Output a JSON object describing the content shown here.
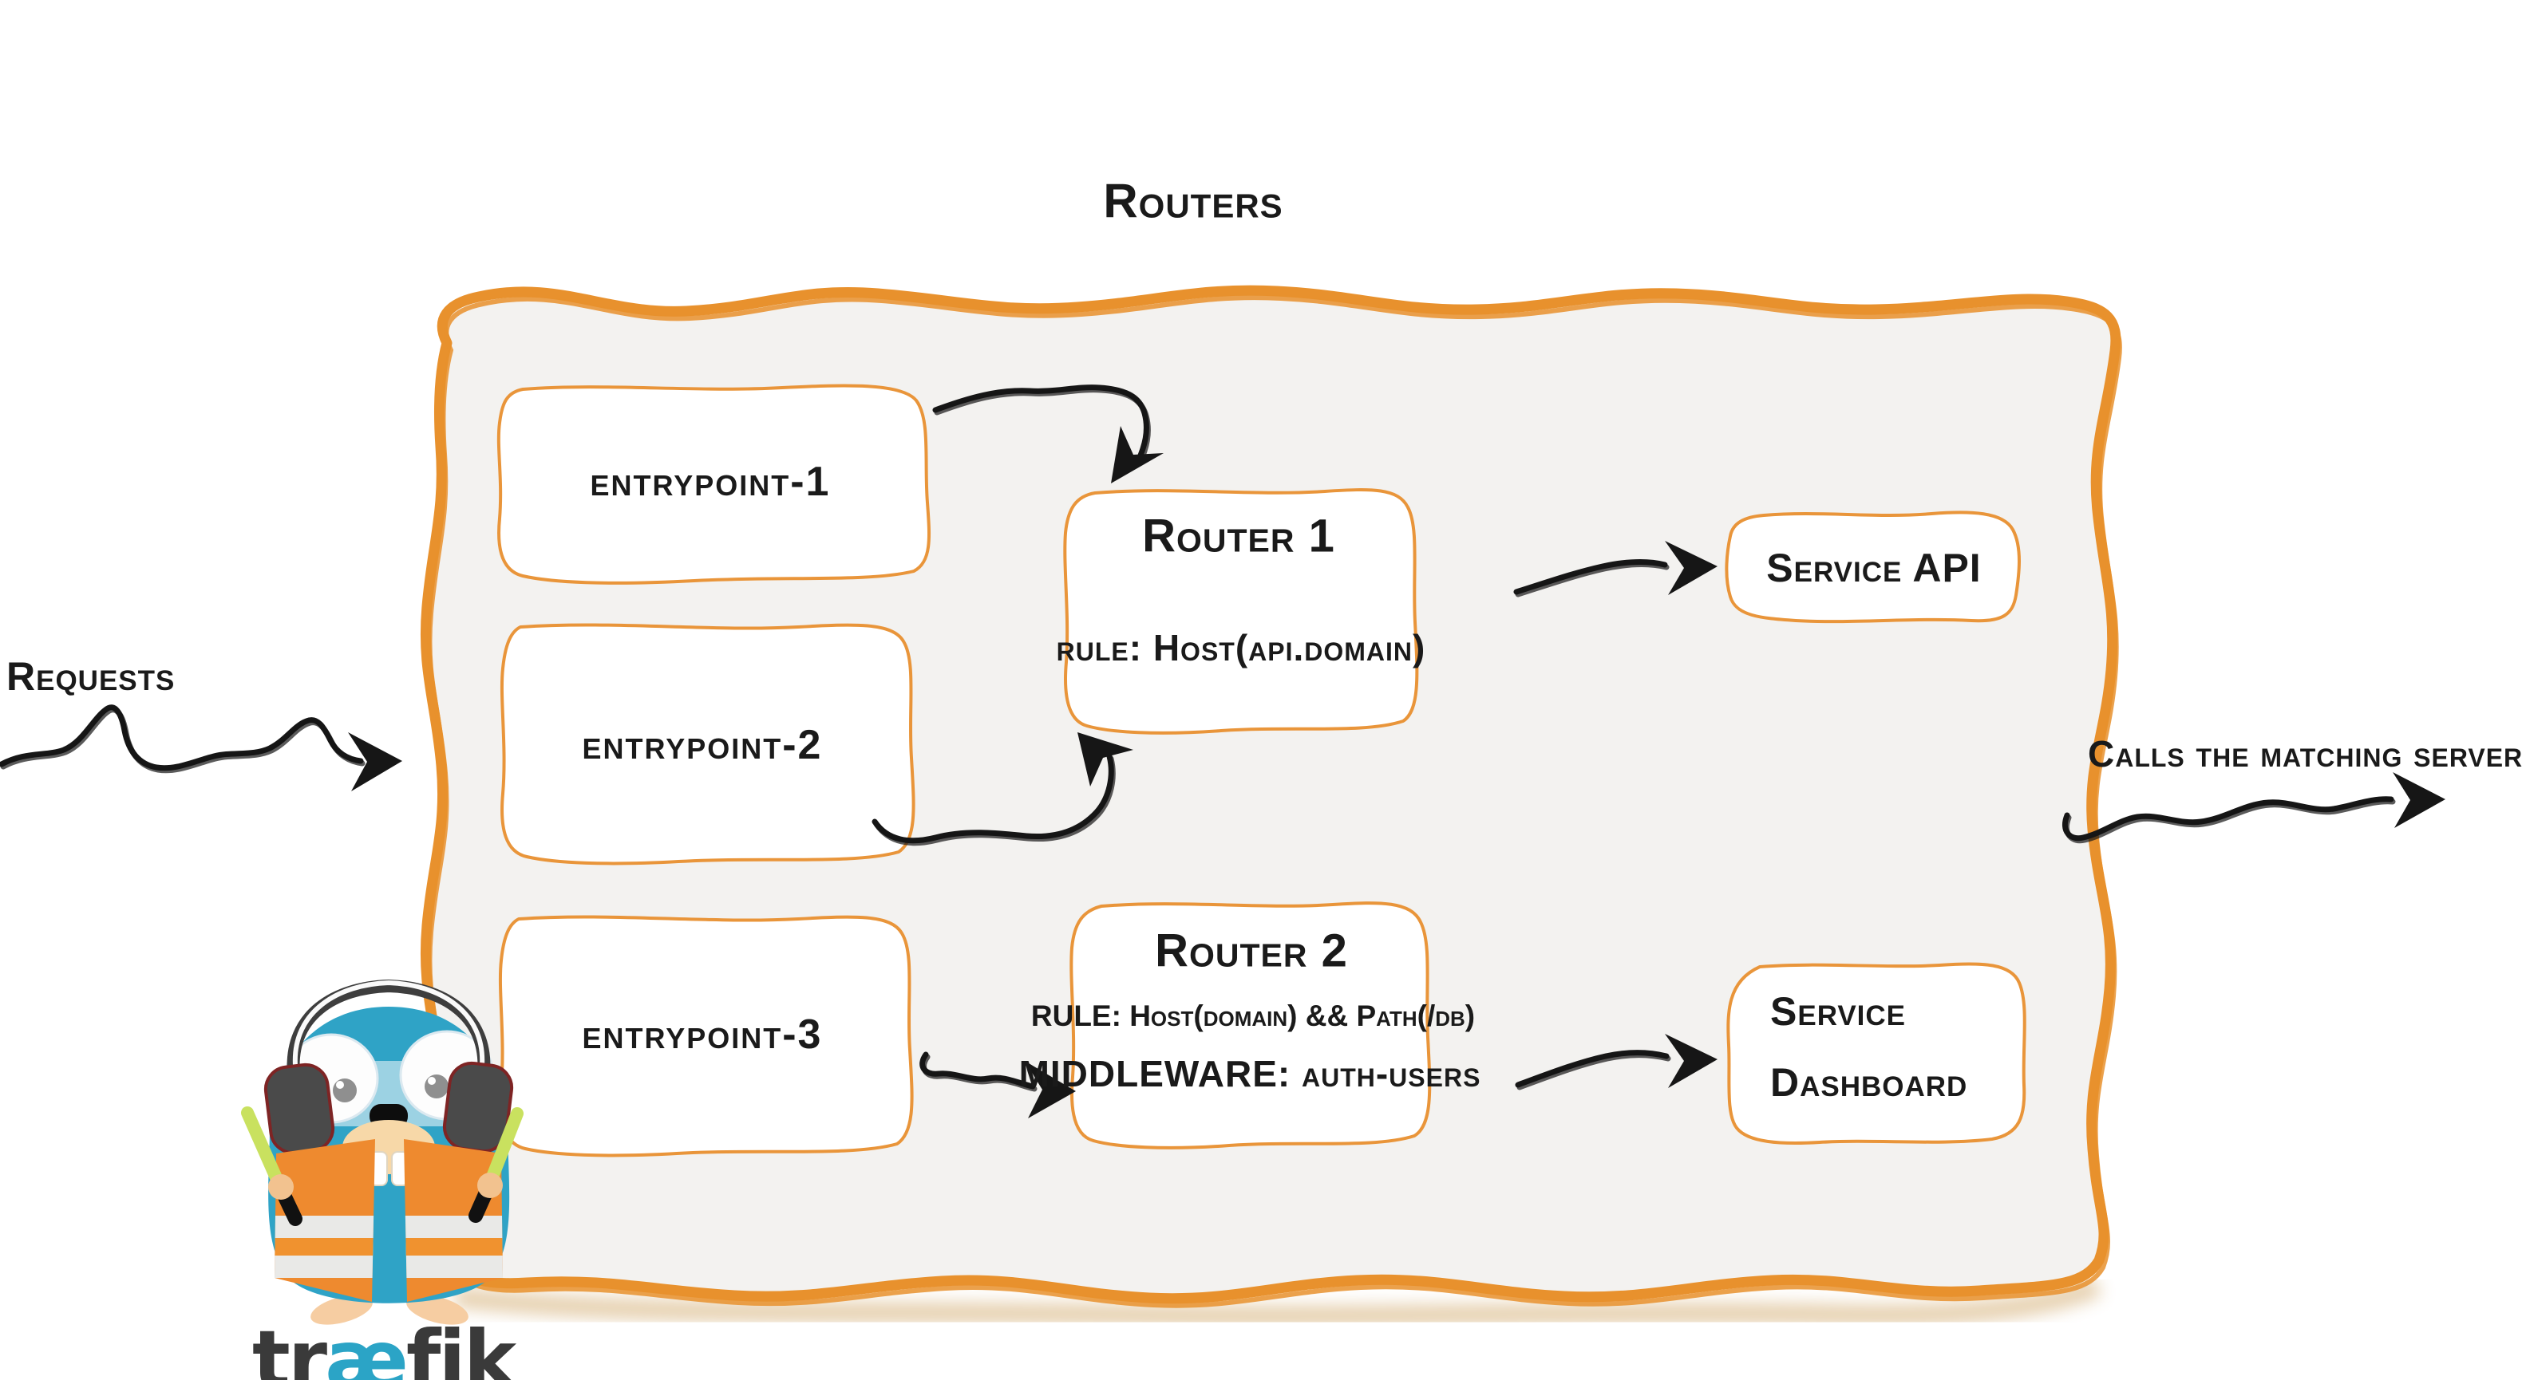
{
  "page": {
    "title": "Routers"
  },
  "labels": {
    "requests": "Requests",
    "calls": "Calls the matching server"
  },
  "entrypoints": [
    {
      "label": "entrypoint-1"
    },
    {
      "label": "entrypoint-2"
    },
    {
      "label": "entrypoint-3"
    }
  ],
  "routers": [
    {
      "title": "Router 1",
      "rule": "rule: Host(api.domain)"
    },
    {
      "title": "Router 2",
      "rule": "RULE: Host(domain) && Path(/db)",
      "middleware": "MIDDLEWARE: auth-users"
    }
  ],
  "services": [
    {
      "label": "Service API"
    },
    {
      "line1": "Service",
      "line2": "Dashboard"
    }
  ],
  "brand": {
    "wordmark_tr": "tr",
    "wordmark_ae": "æ",
    "wordmark_fik": "fik"
  },
  "colors": {
    "accent_orange": "#E8912D",
    "box_border": "#E9953A",
    "panel_fill": "#F3F2F0",
    "ink": "#161616",
    "brand_blue": "#2BA4C6",
    "gopher_body": "#2FA3C6",
    "vest_orange": "#EE8A2F",
    "stick_lime": "#C9E15F"
  }
}
